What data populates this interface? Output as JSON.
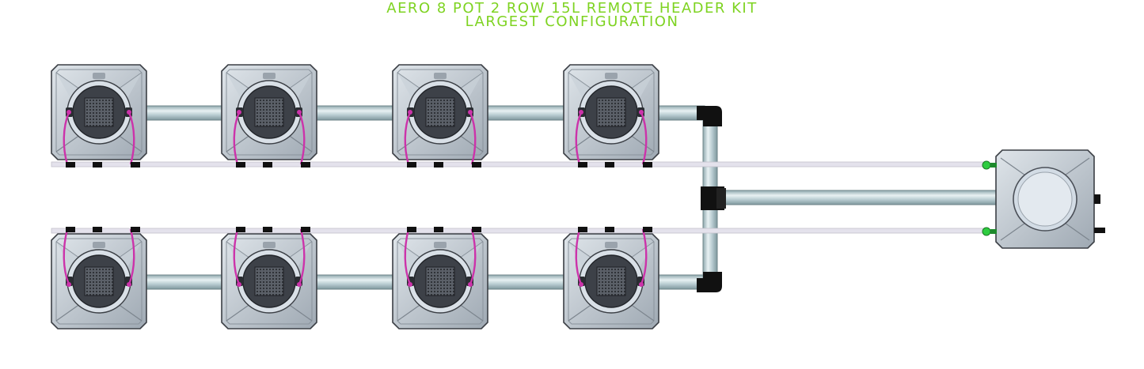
{
  "title": {
    "line1": "AERO 8 POT 2 ROW 15L REMOTE HEADER KIT",
    "line2": "LARGEST CONFIGURATION",
    "color": "#7ed321"
  },
  "layout": {
    "rows": 2,
    "pots_per_row": 4,
    "total_pots": 8,
    "remote_header_tanks": 1
  },
  "icons": {
    "pot": "aero-pot-icon",
    "pipe": "pvc-pipe-icon",
    "elbow": "elbow-fitting-icon",
    "tee": "tee-fitting-icon",
    "header_tank": "header-tank-icon",
    "valve": "green-valve-icon"
  },
  "colors": {
    "pot_body": "#b8c1cb",
    "pot_face": "#d9e0e7",
    "pot_outline": "#3b3f45",
    "net_basket": "#4a4e55",
    "pipe": "#a9c0c6",
    "pipe_highlight": "#e8f1f3",
    "fitting": "#111111",
    "drip_line": "#cc33aa",
    "feed_line": "#e4e2ec",
    "valve": "#2ecc40"
  }
}
